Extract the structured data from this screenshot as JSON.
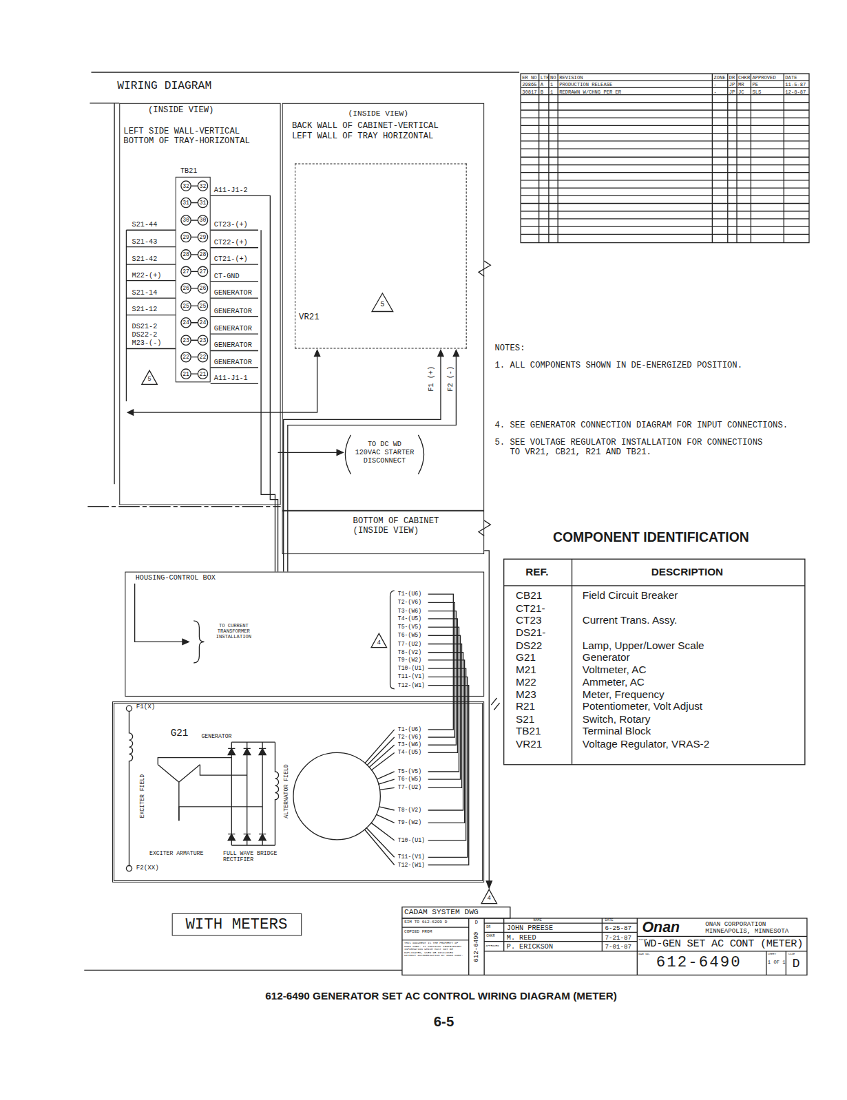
{
  "diagram": {
    "title": "WIRING DIAGRAM",
    "caption": "612-6490 GENERATOR SET AC CONTROL WIRING DIAGRAM (METER)",
    "nodes": [
      {
        "text": [
          "(INSIDE VIEW)",
          "LEFT SIDE WALL-VERTICAL BOTTOM OF TRAY-HORIZONTAL"
        ]
      },
      {
        "text": [
          "TB21"
        ],
        "in": 0
      },
      {
        "text": [
          "(INSIDE VIEW)",
          "BACK WALL OF CABINET-VERTICAL LEFT WALL OF TRAY HORIZONTAL"
        ]
      },
      {
        "text": [
          "VR21"
        ],
        "in": 2
      },
      {
        "text": [
          "TO DC WD 120VAC STARTER DISCONNECT"
        ],
        "in": 2
      },
      {
        "text": [
          "BOTTOM OF CABINET (INSIDE VIEW)"
        ]
      },
      {
        "text": [
          "HOUSING-CONTROL BOX",
          "TO CURRENT TRANSFORMER INSTALLATION"
        ]
      },
      {
        "text": [
          "G21",
          "GENERATOR"
        ]
      },
      {
        "text": [
          "WITH METERS"
        ]
      }
    ],
    "labels": [
      "32",
      "32",
      "31",
      "31",
      "30",
      "30",
      "29",
      "29",
      "28",
      "28",
      "27",
      "27",
      "26",
      "26",
      "25",
      "25",
      "24",
      "24",
      "23",
      "23",
      "22",
      "22",
      "21",
      "21",
      "S21-44",
      "S21-43",
      "S21-42",
      "M22-(+)",
      "S21-14",
      "S21-12",
      "DS21-2",
      "DS22-2",
      "M23-(-)",
      "A11-J1-2",
      "CT23-(+)",
      "CT22-(+)",
      "CT21-(+)",
      "CT-GND",
      "GENERATOR",
      "GENERATOR",
      "GENERATOR",
      "GENERATOR",
      "GENERATOR",
      "A11-J1-1",
      "5",
      "5",
      "F1 (+)",
      "F2 (-)",
      "NOTES:",
      "1. ALL COMPONENTS SHOWN IN DE-ENERGIZED POSITION.",
      "4. SEE GENERATOR CONNECTION DIAGRAM FOR INPUT CONNECTIONS.",
      "5. SEE VOLTAGE REGULATOR INSTALLATION FOR CONNECTIONS TO VR21, CB21, R21 AND TB21.",
      "ER NO",
      "LTR",
      "NO",
      "REVISION",
      "ZONE",
      "DR",
      "CHKR",
      "APPROVED",
      "DATE",
      "29865",
      "A",
      "1",
      "PRODUCTION RELEASE",
      "-",
      "JP",
      "MR",
      "PE",
      "11-5-87",
      "30817",
      "B",
      "1",
      "REDRAWN W/CHNG PER ER",
      "-",
      "JP",
      "JC",
      "SLS",
      "12-8-87",
      "COMPONENT IDENTIFICATION",
      "REF.",
      "DESCRIPTION",
      "CB21",
      "Field Circuit Breaker",
      "CT21-",
      "CT23",
      "Current Trans. Assy.",
      "DS21-",
      "DS22",
      "Lamp, Upper/Lower Scale",
      "G21",
      "Generator",
      "M21",
      "Voltmeter, AC",
      "M22",
      "Ammeter, AC",
      "M23",
      "Meter, Frequency",
      "R21",
      "Potentiometer, Volt Adjust",
      "S21",
      "Switch, Rotary",
      "TB21",
      "Terminal Block",
      "VR21",
      "Voltage Regulator, VRAS-2",
      "T1-(U6)",
      "T2-(V6)",
      "T3-(W6)",
      "T4-(U5)",
      "T5-(V5)",
      "T6-(W5)",
      "T7-(U2)",
      "T8-(V2)",
      "T9-(W2)",
      "T10-(U1)",
      "T11-(V1)",
      "T12-(W1)",
      "4",
      "F1(X)",
      "EXCITER FIELD",
      "EXCITER ARMATURE",
      "FULL WAVE BRIDGE RECTIFIER",
      "ALTERNATOR FIELD",
      "F2(XX)",
      "T1-(U6)",
      "T2-(V6)",
      "T3-(W6)",
      "T4-(U5)",
      "T5-(V5)",
      "T6-(W5)",
      "T7-(U2)",
      "T8-(V2)",
      "T9-(W2)",
      "T10-(U1)",
      "T11-(V1)",
      "T12-(W1)",
      "4",
      "CADAM SYSTEM DWG",
      "SIM TO 612-6209 D",
      "COPIED FROM",
      "THIS DOCUMENT IS THE PROPERTY OF ONAN CORP. IT CONTAINS PROPRIETARY INFORMATION WHICH MUST NOT BE DUPLICATED, USED OR DISCLOSED WITHOUT AUTHORIZATION BY ONAN CORP.",
      "612-6490",
      "D",
      "NAME",
      "DATE",
      "DR",
      "JOHN PREESE",
      "6-25-87",
      "CHKR",
      "M. REED",
      "7-21-87",
      "APPROVED",
      "P. ERICKSON",
      "7-01-87",
      "Onan",
      "ONAN CORPORATION MINNEAPOLIS, MINNESOTA",
      "TITLE",
      "WD-GEN SET AC CONT (METER)",
      "DWG NO.",
      "612-6490",
      "SHEET",
      "1 OF 1",
      "SIZE",
      "D",
      "6-5"
    ]
  }
}
